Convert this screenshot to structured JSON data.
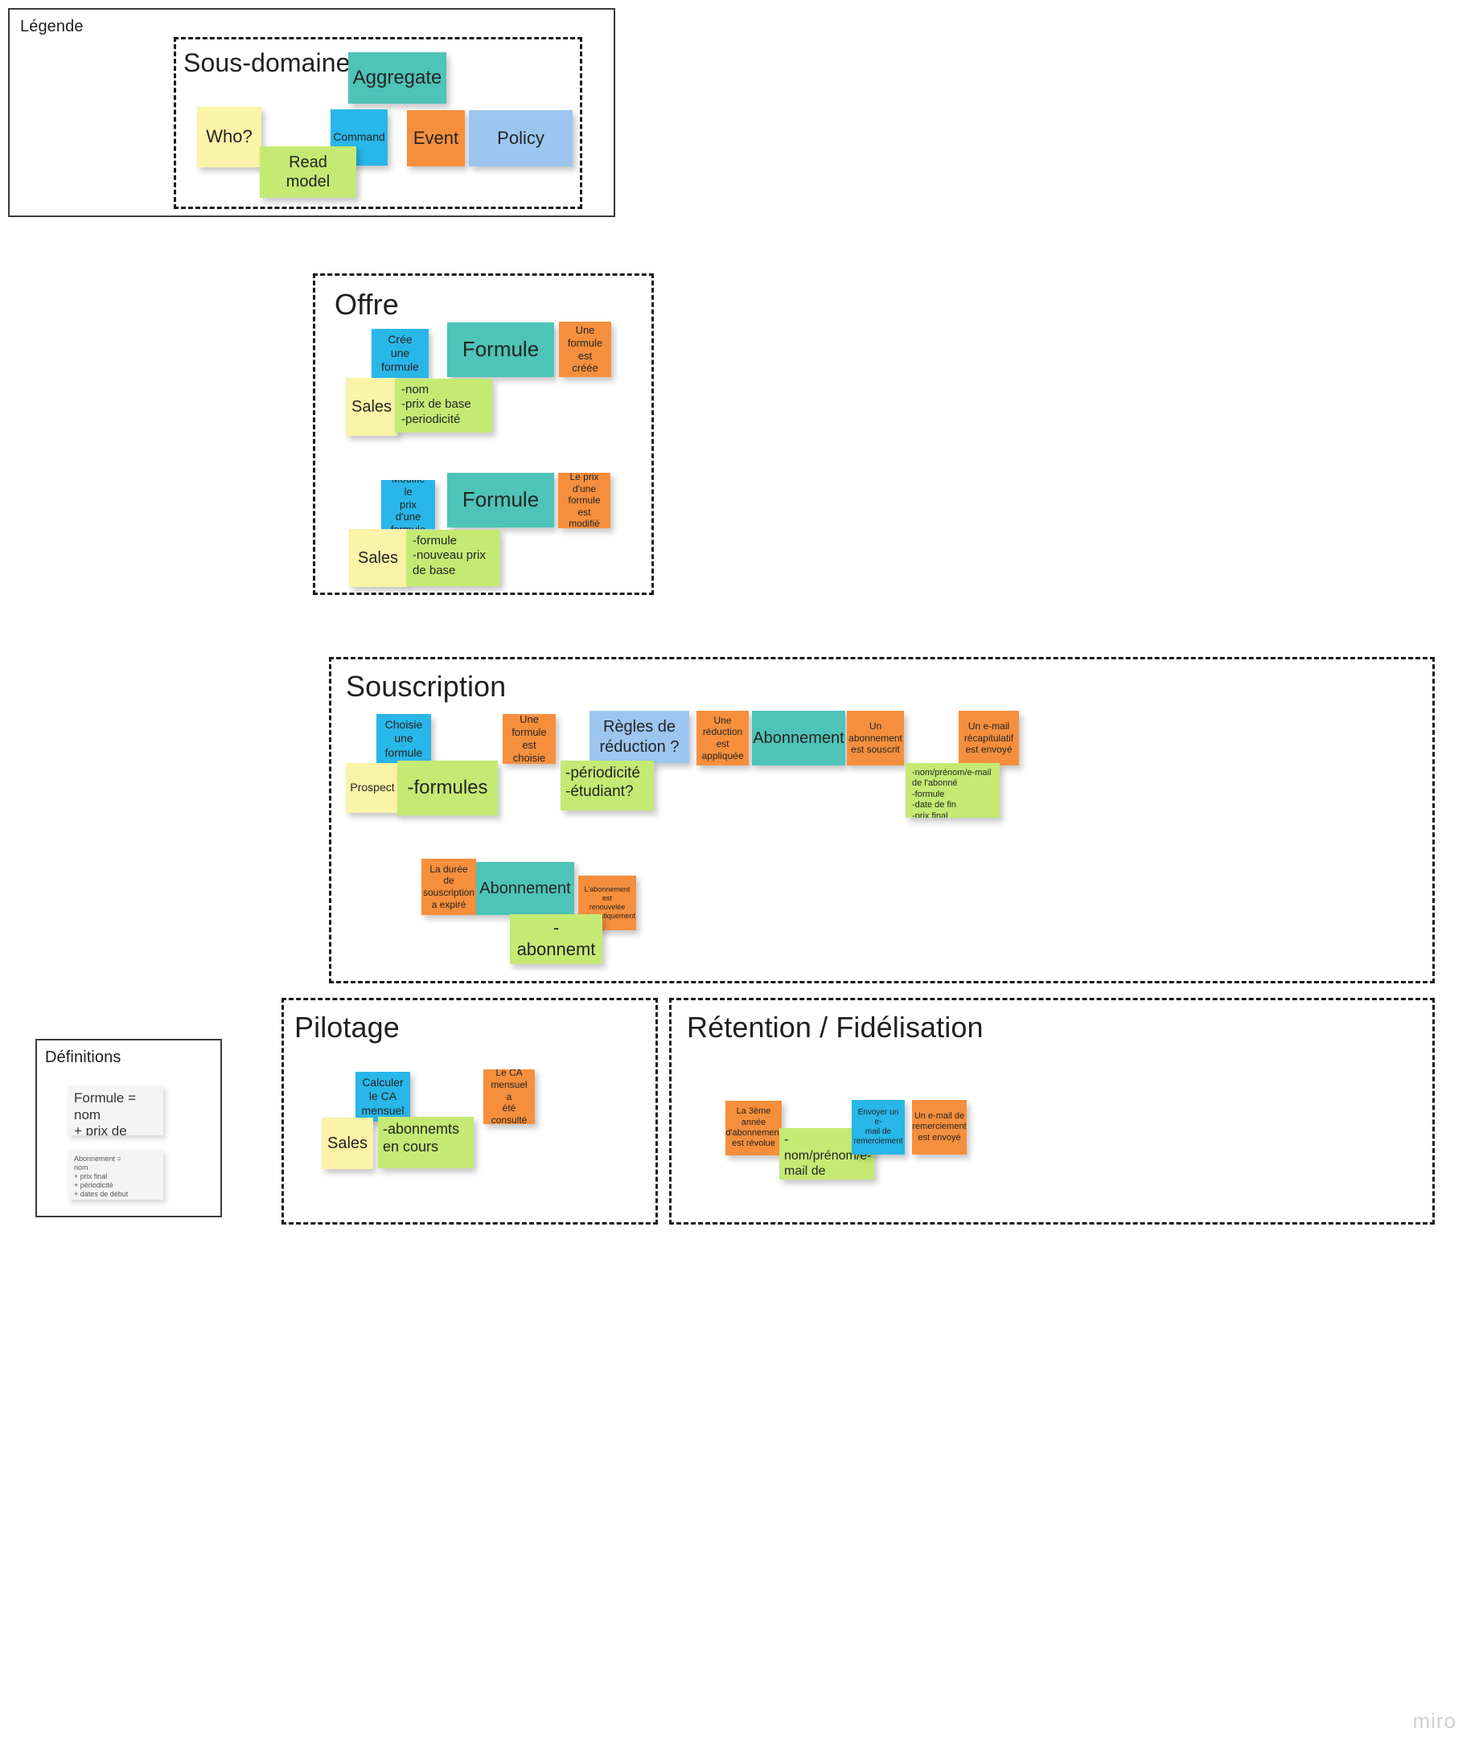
{
  "legend": {
    "title": "Légende",
    "subdomain_title": "Sous-domaine",
    "notes": {
      "aggregate": "Aggregate",
      "who": "Who?",
      "command": "Command",
      "event": "Event",
      "policy": "Policy",
      "read_model": "Read\nmodel"
    }
  },
  "offre": {
    "title": "Offre",
    "flow1": {
      "command": "Crée\nune\nformule",
      "actor": "Sales",
      "read_model": "-nom\n-prix de base\n-periodicité",
      "aggregate": "Formule",
      "event": "Une\nformule\nest créée"
    },
    "flow2": {
      "command": "Modifie le\nprix d'une\nformule",
      "actor": "Sales",
      "read_model": "-formule\n-nouveau prix de base",
      "aggregate": "Formule",
      "event": "Le prix\nd'une\nformule est\nmodifié"
    }
  },
  "souscription": {
    "title": "Souscription",
    "flow1": {
      "command": "Choisie\nune\nformule",
      "actor": "Prospect",
      "read_model": "-formules",
      "event1": "Une\nformule\nest choisie",
      "policy": "Règles de\nréduction ?",
      "policy_read_model": "-périodicité\n-étudiant?",
      "event2": "Une\nréduction\nest\nappliquée",
      "aggregate": "Abonnement",
      "event3": "Un\nabonnement\nest souscrit",
      "event4": "Un e-mail\nrécapitulatif\nest envoyé",
      "read_model2": "-nom/prénom/e-mail de l'abonné\n-formule\n-date de fin\n-prix final"
    },
    "flow2": {
      "event1": "La durée de\nsouscription\na expiré",
      "aggregate": "Abonnement",
      "read_model": "-abonnemt",
      "event2": "L'abonnement est\nrenouvelée\nautomatiquement"
    }
  },
  "pilotage": {
    "title": "Pilotage",
    "command": "Calculer\nle CA\nmensuel",
    "actor": "Sales",
    "read_model": "-abonnemts\nen cours",
    "event": "Le CA\nmensuel a\nété\nconsulté"
  },
  "retention": {
    "title": "Rétention / Fidélisation",
    "event1": "La 3ème\nannée\nd'abonnement\nest révolue",
    "read_model": "-nom/prénom/e-mail de l'abonné",
    "command": "Envoyer un e-\nmail de\nremerciement",
    "event2": "Un e-mail de\nremerciement\nest envoyé"
  },
  "definitions": {
    "title": "Définitions",
    "note1": "Formule =\nnom\n+ prix de base",
    "note2": "Abonnement =\nnom\n+ prix final\n+ périodicité\n+ dates de début\n+ abonné"
  },
  "watermark": "miro",
  "colors": {
    "aggregate": "#4ec3b8",
    "command": "#29b6e8",
    "event": "#f68f3d",
    "policy": "#9cc6f0",
    "actor": "#fbf3a8",
    "read_model": "#c4ea74"
  }
}
